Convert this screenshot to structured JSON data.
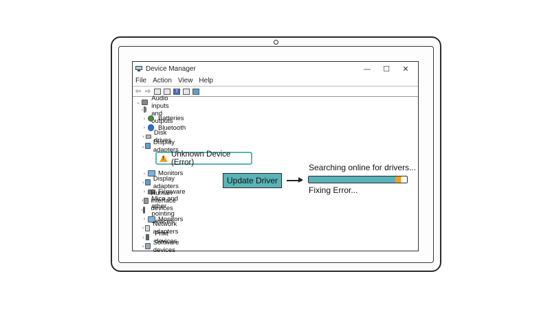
{
  "window": {
    "title": "Device Manager",
    "controls": {
      "minimize": "—",
      "maximize": "☐",
      "close": "✕"
    }
  },
  "menu": [
    "File",
    "Action",
    "View",
    "Help"
  ],
  "tree": {
    "top_items": [
      {
        "label": "Audio inputs and outputs",
        "icon": "speaker-icon"
      },
      {
        "label": "Batteries",
        "icon": "battery-icon"
      },
      {
        "label": "Bluetooth",
        "icon": "bluetooth-icon"
      },
      {
        "label": "Disk drives",
        "icon": "disk-drive-icon"
      },
      {
        "label": "Display adapters",
        "icon": "display-adapter-icon",
        "expanded": true
      }
    ],
    "error_device": "Unknown Device (Error)",
    "bottom_items": [
      {
        "label": "Monitors",
        "icon": "monitor-icon"
      },
      {
        "label": "Display adapters",
        "icon": "display-adapter-icon"
      },
      {
        "label": "Firmware",
        "icon": "chip-icon"
      },
      {
        "label": "Human interface devices",
        "icon": "hid-icon"
      },
      {
        "label": "Mice and other pointing devices",
        "icon": "mouse-icon"
      },
      {
        "label": "Monitors",
        "icon": "monitor-icon"
      },
      {
        "label": "Network adapters",
        "icon": "network-icon"
      },
      {
        "label": "Print devices",
        "icon": "printer-icon"
      },
      {
        "label": "Software devices",
        "icon": "software-icon"
      }
    ]
  },
  "update_button": "Update Driver",
  "status": {
    "searching": "Searching online for drivers...",
    "fixing": "Fixing Error...",
    "progress_fraction": 0.88
  },
  "colors": {
    "accent": "#5ab3b6",
    "warning": "#f0a020"
  }
}
